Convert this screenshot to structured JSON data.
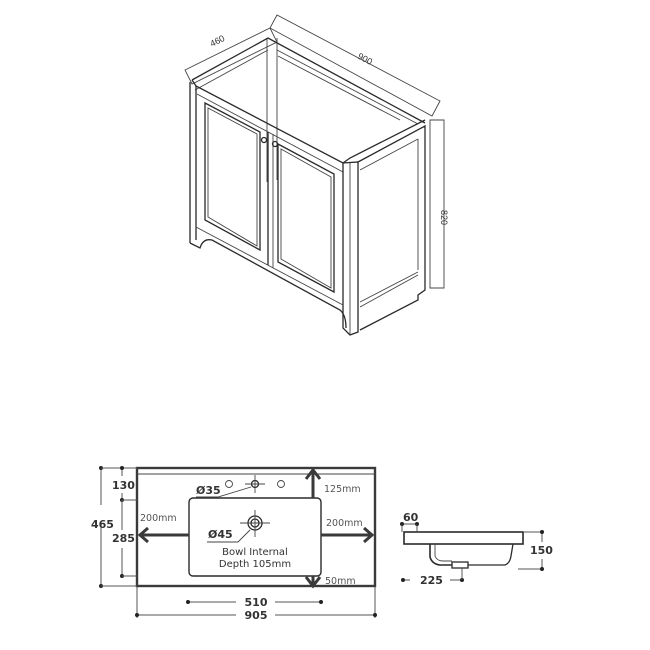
{
  "cabinet_view": {
    "depth_label": "460",
    "width_label": "900",
    "height_label": "820"
  },
  "basin_plan": {
    "overall_depth": "465",
    "back_to_tap": "130",
    "bowl_depth": "285",
    "tap_hole": "Ø35",
    "waste_hole": "Ø45",
    "bowl_note_line1": "Bowl Internal",
    "bowl_note_line2": "Depth 105mm",
    "left_margin": "200mm",
    "right_margin": "200mm",
    "top_margin": "125mm",
    "bottom_margin": "50mm",
    "bowl_width": "510",
    "overall_width": "905"
  },
  "basin_side": {
    "lip": "60",
    "height": "150",
    "waste_offset": "225"
  },
  "colors": {
    "line": "#2a2a2a",
    "text": "#333333",
    "background": "#ffffff"
  }
}
